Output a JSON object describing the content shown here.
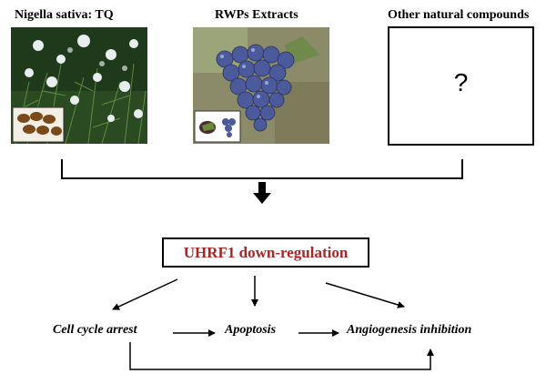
{
  "sources": [
    {
      "label": "Nigella sativa: TQ",
      "image": "nigella-sativa-flower-photo"
    },
    {
      "label": "RWPs Extracts",
      "image": "red-grapes-photo"
    },
    {
      "label": "Other natural compounds",
      "image": "question-mark-box"
    }
  ],
  "unknown_mark": "?",
  "target": "UHRF1 down-regulation",
  "outcomes": [
    "Cell cycle arrest",
    "Apoptosis",
    "Angiogenesis inhibition"
  ],
  "colors": {
    "target_text": "#b22222",
    "lines": "#000000"
  }
}
